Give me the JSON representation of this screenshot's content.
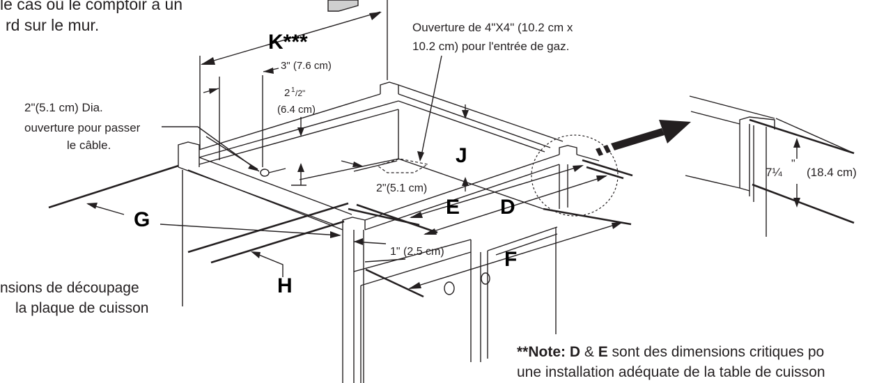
{
  "top_left_text": {
    "line1": "le cas où le comptoir a un",
    "line2": "rd sur le mur."
  },
  "labels": {
    "K": "K***",
    "J": "J",
    "E": "E",
    "D": "D",
    "F": "F",
    "G": "G",
    "H": "H"
  },
  "dims": {
    "three_in": "3\" (7.6 cm)",
    "two_half_a": "2",
    "two_half_sup": "1",
    "two_half_den": "/2\"",
    "two_half_cm": "(6.4 cm)",
    "two_in": "2\"(5.1 cm)",
    "one_in": "1\" (2.5 cm)",
    "seven_q": "7¼",
    "seven_q_mark": "\"",
    "seven_q_cm": "(18.4 cm)"
  },
  "callouts": {
    "cable_1": "2\"(5.1 cm) Dia.",
    "cable_2": "ouverture pour passer",
    "cable_3": "le câble.",
    "gas_1": "Ouverture de 4\"X4\" (10.2 cm x",
    "gas_2": "10.2 cm) pour l'entrée de gaz.",
    "cut_1": "nsions de découpage",
    "cut_2": "la plaque de cuisson"
  },
  "note": {
    "prefix": "**Note: ",
    "d": "D",
    "amp": " & ",
    "e": "E",
    "rest1": " sont des dimensions critiques po",
    "line2": "une installation adéquate de la table de cuisson"
  }
}
